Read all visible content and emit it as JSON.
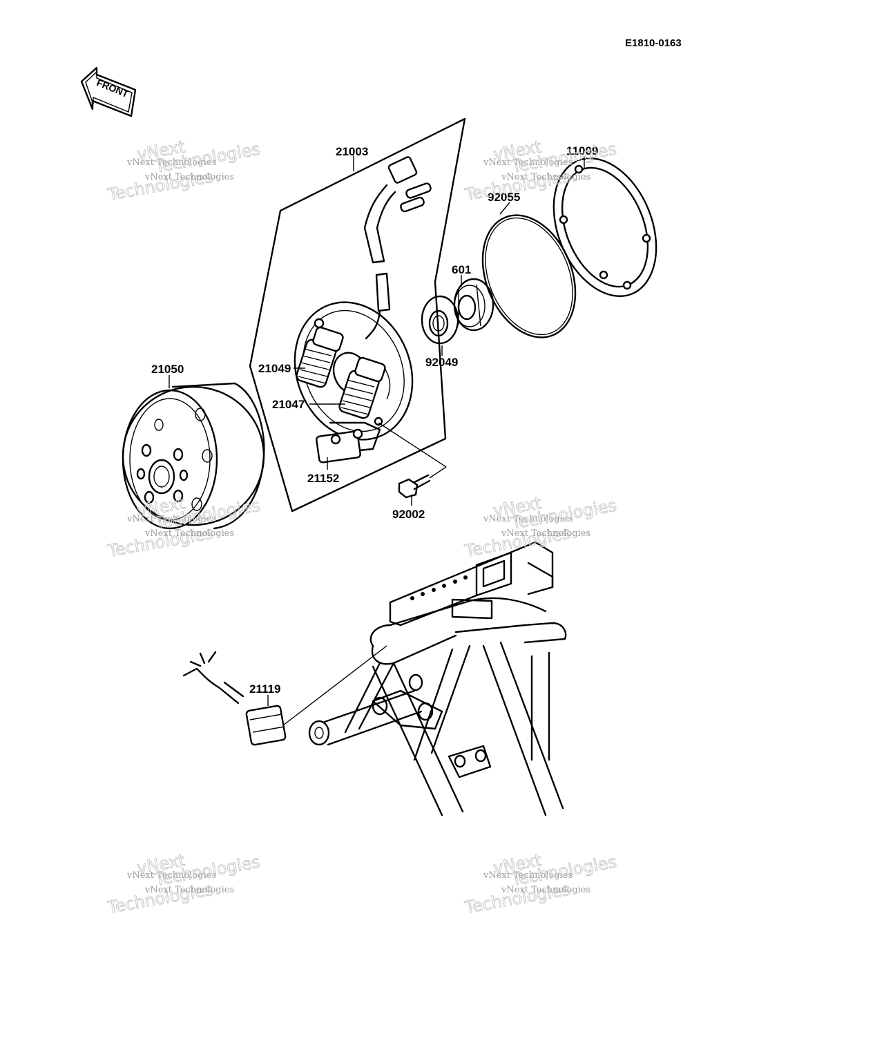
{
  "diagram_code": "E1810-0163",
  "front_label": "FRONT",
  "watermark": {
    "line1": "vNext Technologies",
    "big_top": "vNext",
    "big_bottom": "Technologies"
  },
  "parts": {
    "p21003": "21003",
    "p11009": "11009",
    "p92055": "92055",
    "p601": "601",
    "p92049": "92049",
    "p21050": "21050",
    "p21049": "21049",
    "p21047": "21047",
    "p21152": "21152",
    "p92002": "92002",
    "p21119": "21119"
  }
}
